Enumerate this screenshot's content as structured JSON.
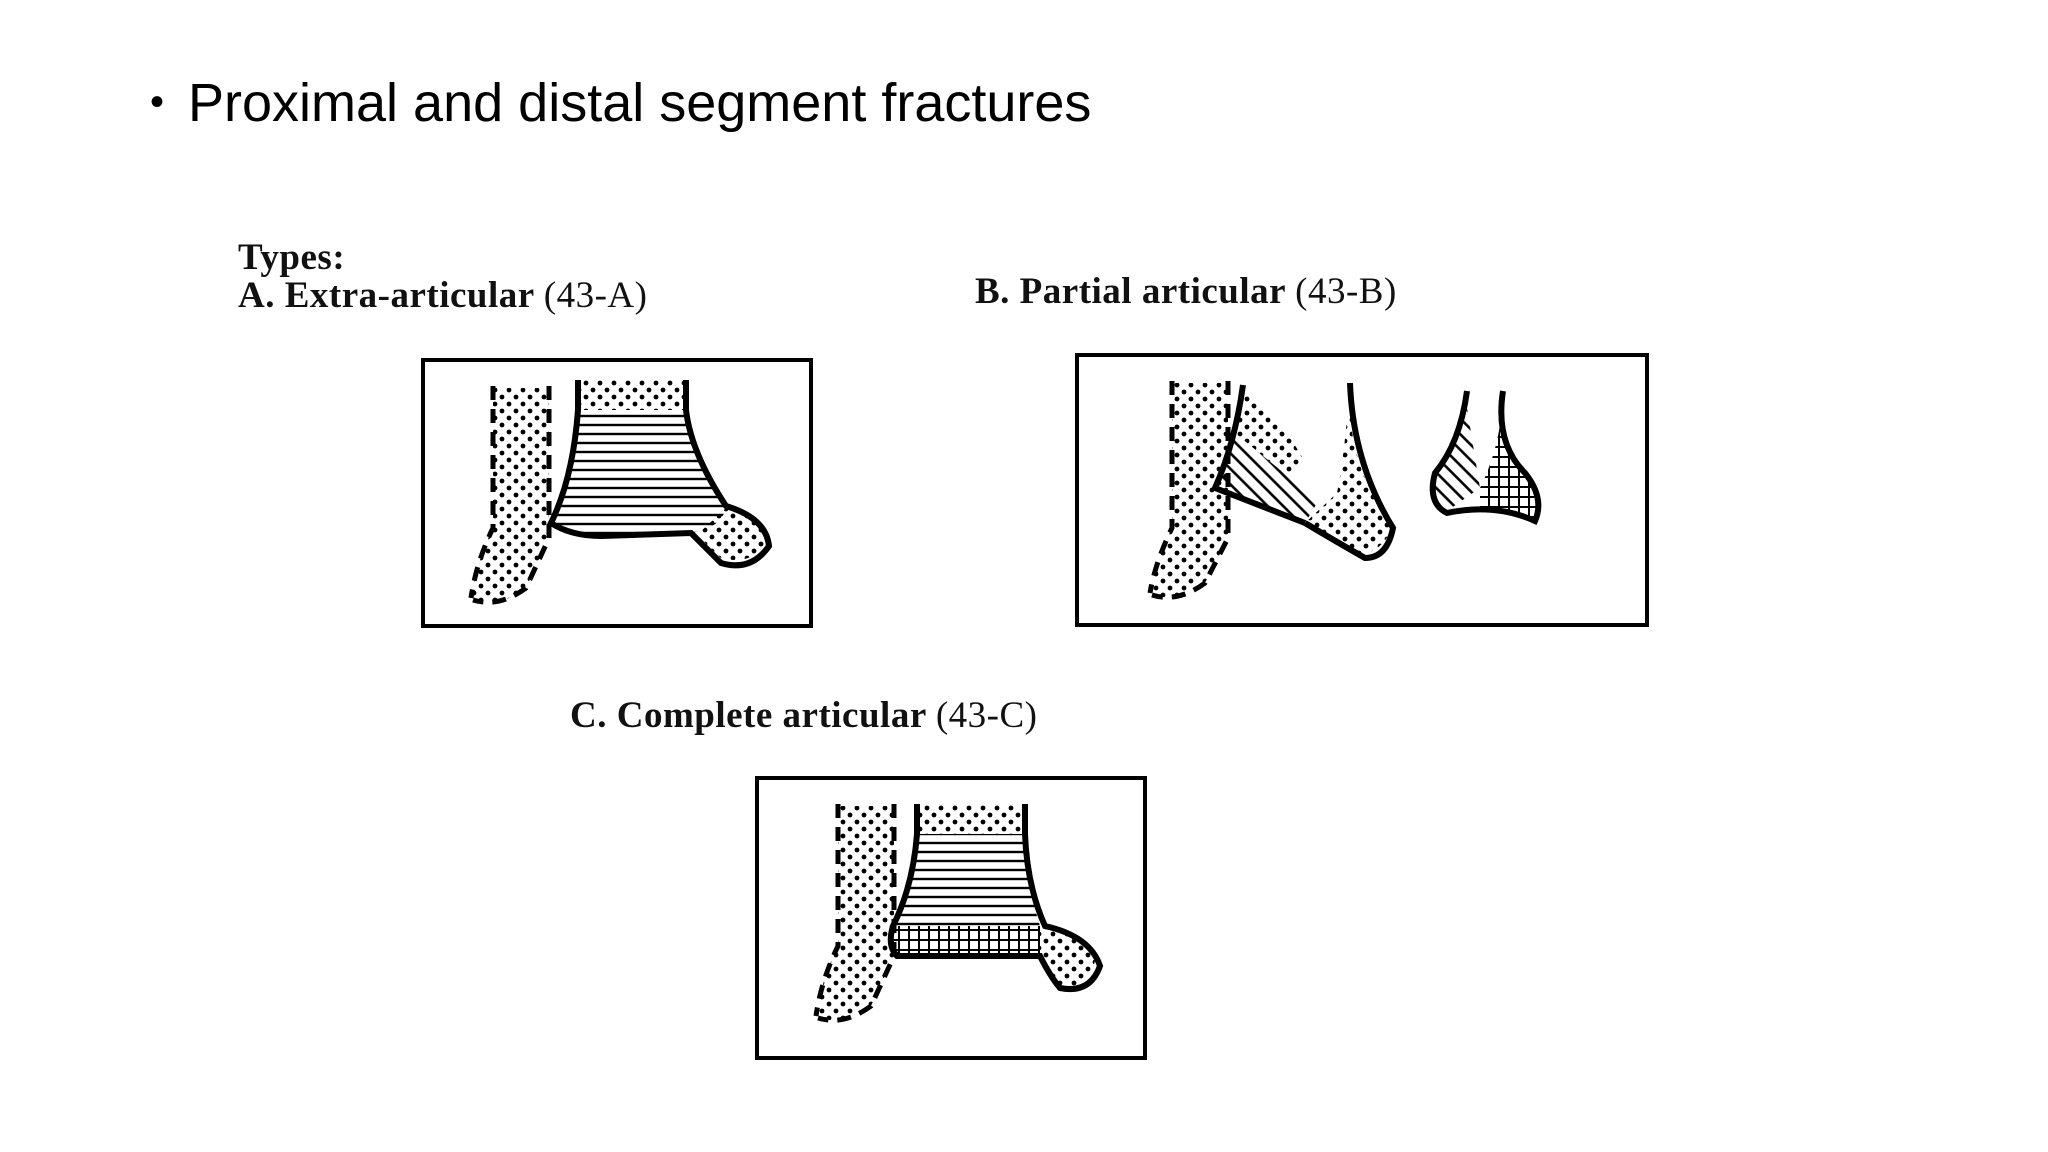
{
  "slide": {
    "bullet_text": "Proximal and distal segment fractures"
  },
  "figure": {
    "types_heading": "Types:",
    "type_a": {
      "label": "A. Extra-articular",
      "code": "(43-A)"
    },
    "type_b": {
      "label": "B. Partial articular",
      "code": "(43-B)"
    },
    "type_c": {
      "label": "C. Complete articular",
      "code": "(43-C)"
    }
  }
}
